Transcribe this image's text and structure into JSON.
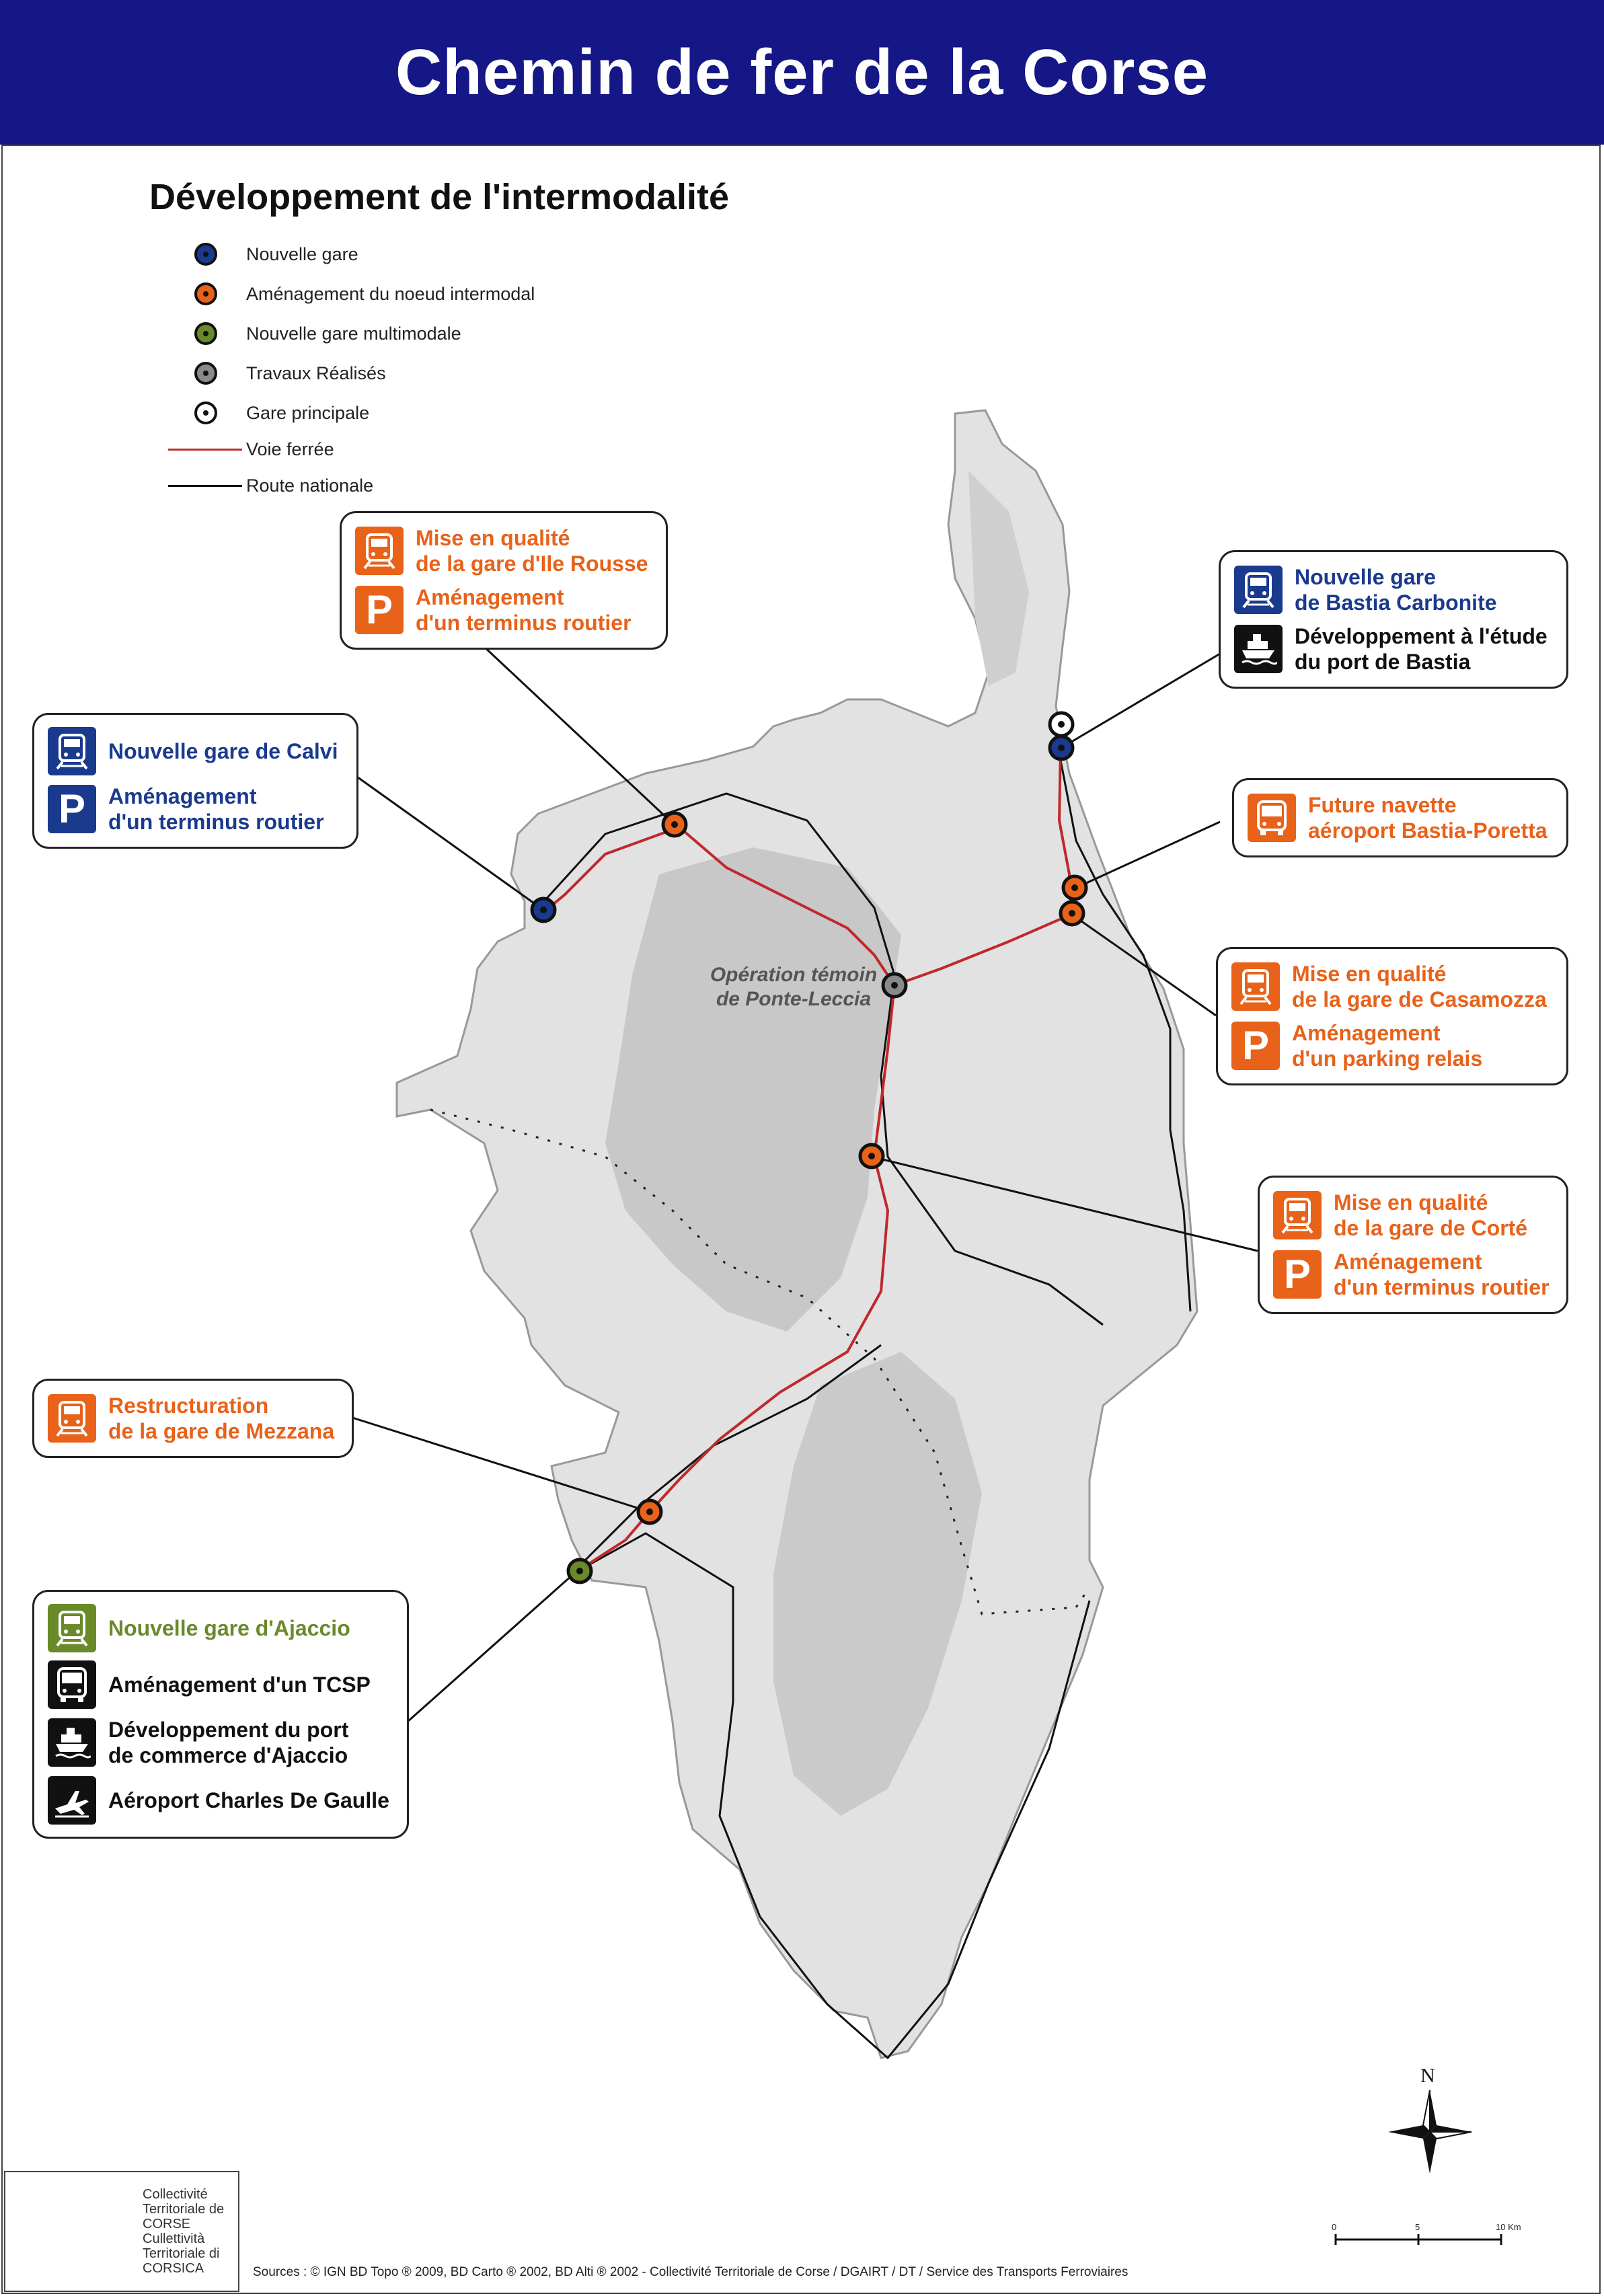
{
  "header": {
    "title": "Chemin de fer de la Corse"
  },
  "subtitle": "Développement de l'intermodalité",
  "colors": {
    "header_bg": "#141785",
    "new_station": "#1a3a8e",
    "intermodal": "#e8621a",
    "multimodal": "#6a8a2a",
    "done": "#8a8a8a",
    "main_station": "#ffffff",
    "railway": "#c0292b",
    "road": "#111111"
  },
  "legend": {
    "items": [
      {
        "label": "Nouvelle gare",
        "symbol": "dot",
        "color": "#1a3a8e"
      },
      {
        "label": "Aménagement du noeud intermodal",
        "symbol": "dot",
        "color": "#e8621a"
      },
      {
        "label": "Nouvelle gare multimodale",
        "symbol": "dot",
        "color": "#6a8a2a"
      },
      {
        "label": "Travaux Réalisés",
        "symbol": "dot",
        "color": "#8a8a8a"
      },
      {
        "label": "Gare principale",
        "symbol": "dot",
        "color": "#ffffff"
      },
      {
        "label": "Voie ferrée",
        "symbol": "line",
        "color": "#c0292b"
      },
      {
        "label": "Route nationale",
        "symbol": "line",
        "color": "#111111"
      }
    ]
  },
  "callouts": {
    "ile_rousse": [
      {
        "icon": "train-icon",
        "color": "orange",
        "text": "Mise en qualité\nde la gare d'Ile Rousse"
      },
      {
        "icon": "parking-icon",
        "color": "orange",
        "text": "Aménagement\nd'un terminus routier"
      }
    ],
    "bastia": [
      {
        "icon": "train-icon",
        "color": "blue",
        "text": "Nouvelle gare\nde Bastia Carbonite"
      },
      {
        "icon": "ship-icon",
        "color": "black",
        "text": "Développement à l'étude\ndu port de Bastia"
      }
    ],
    "calvi": [
      {
        "icon": "train-icon",
        "color": "blue",
        "text": "Nouvelle gare de Calvi"
      },
      {
        "icon": "parking-icon",
        "color": "blue",
        "text": "Aménagement\nd'un terminus routier"
      }
    ],
    "poretta": [
      {
        "icon": "bus-icon",
        "color": "orange",
        "text": "Future navette\naéroport Bastia-Poretta"
      }
    ],
    "casamozza": [
      {
        "icon": "train-icon",
        "color": "orange",
        "text": "Mise en qualité\nde la gare de Casamozza"
      },
      {
        "icon": "parking-icon",
        "color": "orange",
        "text": "Aménagement\nd'un parking relais"
      }
    ],
    "corte": [
      {
        "icon": "train-icon",
        "color": "orange",
        "text": "Mise en qualité\nde la gare de Corté"
      },
      {
        "icon": "parking-icon",
        "color": "orange",
        "text": "Aménagement\nd'un terminus routier"
      }
    ],
    "mezzana": [
      {
        "icon": "train-icon",
        "color": "orange",
        "text": "Restructuration\nde la gare de Mezzana"
      }
    ],
    "ajaccio": [
      {
        "icon": "train-icon",
        "color": "green",
        "text": "Nouvelle gare d'Ajaccio"
      },
      {
        "icon": "bus-icon",
        "color": "black",
        "text": "Aménagement d'un TCSP"
      },
      {
        "icon": "ship-icon",
        "color": "black",
        "text": "Développement du port\nde commerce d'Ajaccio"
      },
      {
        "icon": "plane-icon",
        "color": "black",
        "text": "Aéroport Charles De Gaulle"
      }
    ]
  },
  "map": {
    "ponte_leccia_label": "Opération témoin\nde Ponte-Leccia"
  },
  "compass": {
    "north": "N"
  },
  "scale": {
    "labels": [
      "0",
      "5",
      "10 Km"
    ]
  },
  "logo": {
    "text": "Collectivité\nTerritoriale de\nCORSE\nCullettività\nTerritoriale di\nCORSICA"
  },
  "sources": "Sources : © IGN BD Topo ® 2009, BD Carto ® 2002, BD Alti ® 2002  - Collectivité Territoriale de Corse / DGAIRT / DT / Service des Transports Ferroviaires"
}
